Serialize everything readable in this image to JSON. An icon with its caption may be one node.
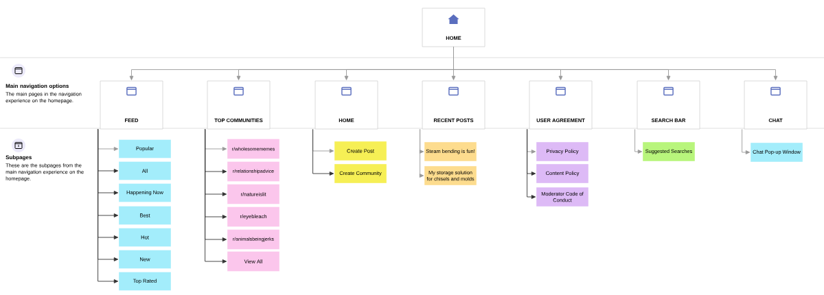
{
  "diagram": {
    "nodes": [
      {
        "text": [
          "HOME"
        ]
      },
      {
        "text": [
          "FEED"
        ]
      },
      {
        "text": [
          "TOP COMMUNITIES"
        ]
      },
      {
        "text": [
          "HOME"
        ]
      },
      {
        "text": [
          "RECENT POSTS"
        ]
      },
      {
        "text": [
          "USER AGREEMENT"
        ]
      },
      {
        "text": [
          "SEARCH BAR"
        ]
      },
      {
        "text": [
          "CHAT"
        ]
      },
      {
        "text": [
          "Popular"
        ]
      },
      {
        "text": [
          "All"
        ]
      },
      {
        "text": [
          "Happening Now"
        ]
      },
      {
        "text": [
          "Best"
        ]
      },
      {
        "text": [
          "Hot"
        ]
      },
      {
        "text": [
          "New"
        ]
      },
      {
        "text": [
          "Top Rated"
        ]
      },
      {
        "text": [
          "r/wholesomememes"
        ]
      },
      {
        "text": [
          "r/relationshipadvice"
        ]
      },
      {
        "text": [
          "r/natureislit"
        ]
      },
      {
        "text": [
          "r/eyebleach"
        ]
      },
      {
        "text": [
          "r/animalsbeingjerks"
        ]
      },
      {
        "text": [
          "View All"
        ]
      },
      {
        "text": [
          "Create Post"
        ]
      },
      {
        "text": [
          "Create Community"
        ]
      },
      {
        "text": [
          "Steam bending is fun!"
        ]
      },
      {
        "text": [
          "My storage solution for chisels and molds"
        ]
      },
      {
        "text": [
          "Privacy Policy"
        ]
      },
      {
        "text": [
          "Content Policy"
        ]
      },
      {
        "text": [
          "Moderator Code of Conduct"
        ]
      },
      {
        "text": [
          "Suggested Searches"
        ]
      },
      {
        "text": [
          "Chat Pop-up Window"
        ]
      }
    ],
    "edges": [
      {
        "from": 0,
        "to": 1,
        "arrow": "to"
      },
      {
        "from": 0,
        "to": 2,
        "arrow": "to"
      },
      {
        "from": 0,
        "to": 3,
        "arrow": "to"
      },
      {
        "from": 0,
        "to": 4,
        "arrow": "to"
      },
      {
        "from": 0,
        "to": 5,
        "arrow": "to"
      },
      {
        "from": 0,
        "to": 6,
        "arrow": "to"
      },
      {
        "from": 0,
        "to": 7,
        "arrow": "to"
      },
      {
        "from": 1,
        "to": 8,
        "arrow": "to"
      },
      {
        "from": 1,
        "to": 9,
        "arrow": "to",
        "color": "#333333"
      },
      {
        "from": 1,
        "to": 10,
        "arrow": "to",
        "color": "#333333"
      },
      {
        "from": 1,
        "to": 11,
        "arrow": "to",
        "color": "#333333"
      },
      {
        "from": 1,
        "to": 12,
        "arrow": "to",
        "color": "#333333"
      },
      {
        "from": 1,
        "to": 13,
        "arrow": "to",
        "color": "#333333"
      },
      {
        "from": 1,
        "to": 14,
        "arrow": "to",
        "color": "#333333"
      },
      {
        "from": 2,
        "to": 15,
        "arrow": "to"
      },
      {
        "from": 2,
        "to": 16,
        "arrow": "to",
        "color": "#333333"
      },
      {
        "from": 2,
        "to": 17,
        "arrow": "to",
        "color": "#333333"
      },
      {
        "from": 2,
        "to": 18,
        "arrow": "to",
        "color": "#333333"
      },
      {
        "from": 2,
        "to": 19,
        "arrow": "to",
        "color": "#333333"
      },
      {
        "from": 2,
        "to": 20,
        "arrow": "to",
        "color": "#333333"
      },
      {
        "from": 3,
        "to": 21,
        "arrow": "to"
      },
      {
        "from": 3,
        "to": 22,
        "arrow": "to",
        "color": "#333333"
      },
      {
        "from": 4,
        "to": 23,
        "arrow": "to"
      },
      {
        "from": 4,
        "to": 24,
        "arrow": "to"
      },
      {
        "from": 5,
        "to": 25,
        "arrow": "to"
      },
      {
        "from": 5,
        "to": 26,
        "arrow": "to",
        "color": "#333333"
      },
      {
        "from": 5,
        "to": 27,
        "arrow": "to",
        "color": "#333333"
      },
      {
        "from": 6,
        "to": 28,
        "arrow": "to"
      },
      {
        "from": 7,
        "to": 29,
        "arrow": "to"
      }
    ],
    "labels": [
      "Main navigation options",
      "The main pages in the navigation experience on the homepage.",
      "Subpages",
      "These are the subpages from the main navigation experience on the homepage."
    ]
  }
}
